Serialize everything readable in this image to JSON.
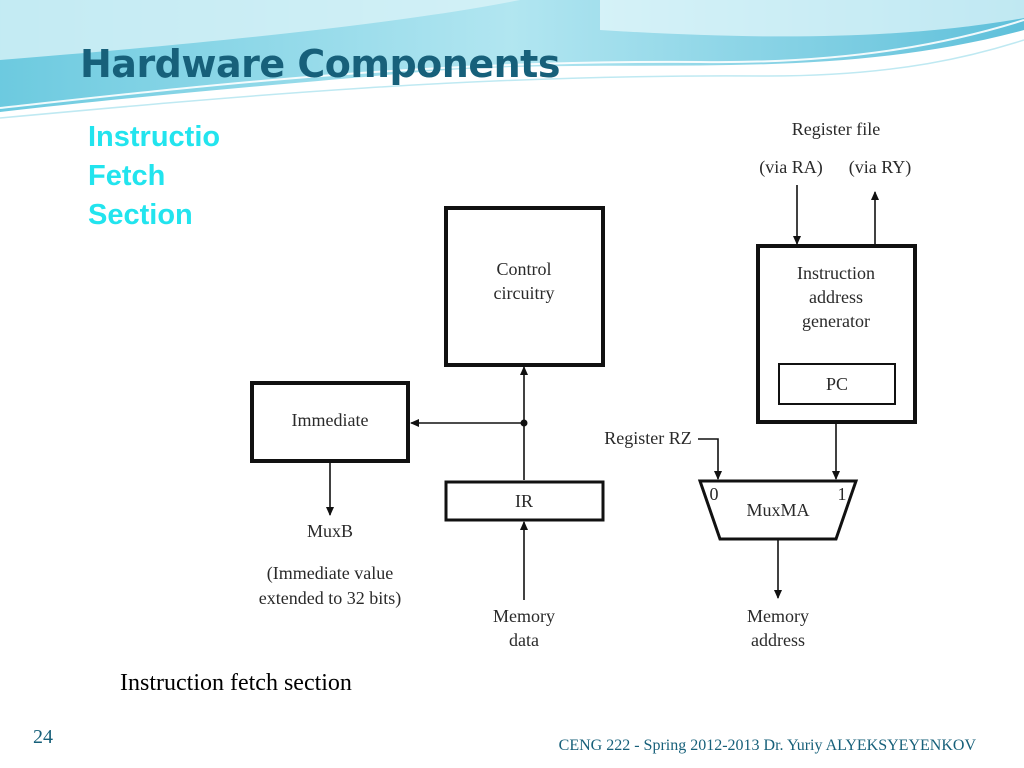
{
  "slide": {
    "title": "Hardware Components",
    "section_label": [
      "Instructio",
      "Fetch",
      "Section"
    ],
    "caption": "Instruction fetch section",
    "page_number": "24",
    "footer": "CENG 222 - Spring 2012-2013   Dr. Yuriy ALYEKSYEYENKOV"
  },
  "theme": {
    "title_color": "#17607a",
    "section_color": "#22e4ee",
    "wave_color": "#7fd3e6"
  },
  "diagram": {
    "control_circuitry": [
      "Control",
      "circuitry"
    ],
    "immediate": "Immediate",
    "ir": "IR",
    "iag": [
      "Instruction",
      "address",
      "generator"
    ],
    "pc": "PC",
    "register_file": "Register file",
    "via_ra": "(via RA)",
    "via_ry": "(via RY)",
    "register_rz": "Register RZ",
    "muxma": "MuxMA",
    "mux_input_0": "0",
    "mux_input_1": "1",
    "muxb": "MuxB",
    "imm_note": [
      "(Immediate value",
      "extended to 32 bits)"
    ],
    "memory_data": [
      "Memory",
      "data"
    ],
    "memory_address": [
      "Memory",
      "address"
    ]
  }
}
